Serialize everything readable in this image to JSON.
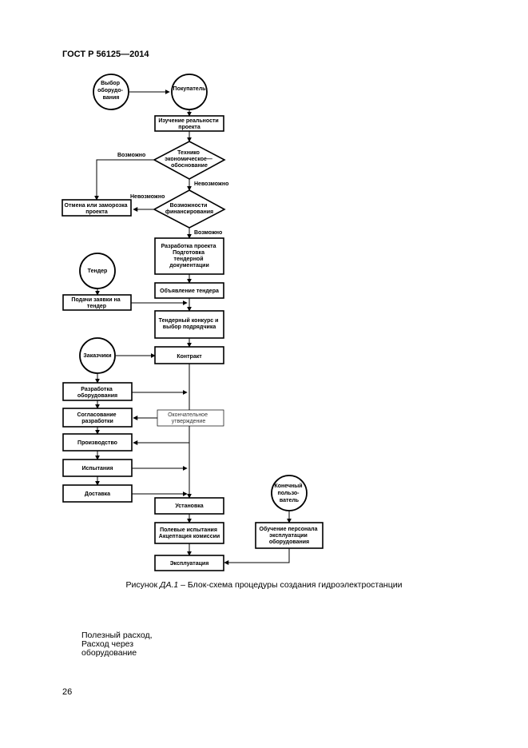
{
  "header": {
    "standard": "ГОСТ Р 56125—2014"
  },
  "flowchart": {
    "circles": {
      "equipment_choice": [
        "Выбор",
        "оборудо-",
        "вания"
      ],
      "buyer": [
        "Покупатель"
      ],
      "tender": [
        "Тендер"
      ],
      "customer": [
        "Заказчики"
      ],
      "end_user": [
        "Конечный",
        "пользо-",
        "ватель"
      ]
    },
    "boxes": {
      "feasibility": [
        "Изучение реальности",
        "проекта"
      ],
      "cancel": [
        "Отмена или заморозка",
        "проекта"
      ],
      "development": [
        "Разработка проекта",
        "Подготовка",
        "тендерной",
        "документации"
      ],
      "tender_announce": [
        "Объявление тендера"
      ],
      "tender_request": [
        "Подачи заявки на",
        "тендер"
      ],
      "tender_select": [
        "Тендерный конкурс и",
        "выбор подрядчика"
      ],
      "contract": [
        "Контракт"
      ],
      "equip_dev": [
        "Разработка",
        "оборудования"
      ],
      "approval_dev": [
        "Согласование",
        "разработки"
      ],
      "final_approval": [
        "Окончательное",
        "утверждение"
      ],
      "production": [
        "Производство"
      ],
      "testing": [
        "Испытания"
      ],
      "delivery": [
        "Доставка"
      ],
      "installation": [
        "Установка"
      ],
      "field_test": [
        "Полевые испытания",
        "Акцептация комиссии"
      ],
      "training": [
        "Обучение персонала",
        "эксплуатации",
        "оборудования"
      ],
      "operation": [
        "Эксплуатация"
      ]
    },
    "diamonds": {
      "feasibility_study": [
        "Технико",
        "экономическое—",
        "обоснование"
      ],
      "financing": [
        "Возможности",
        "финансирования"
      ]
    },
    "edge_labels": {
      "possible_1": "Возможно",
      "impossible_1": "Невозможно",
      "impossible_2": "Невозможно",
      "possible_2": "Возможно"
    }
  },
  "caption": {
    "prefix": "Рисунок ",
    "number": "ДА.1",
    "text": " – Блок-схема процедуры создания гидроэлектростанции"
  },
  "note": {
    "lines": [
      "Полезный расход,",
      "Расход через",
      "оборудование"
    ]
  },
  "page_number": "26"
}
